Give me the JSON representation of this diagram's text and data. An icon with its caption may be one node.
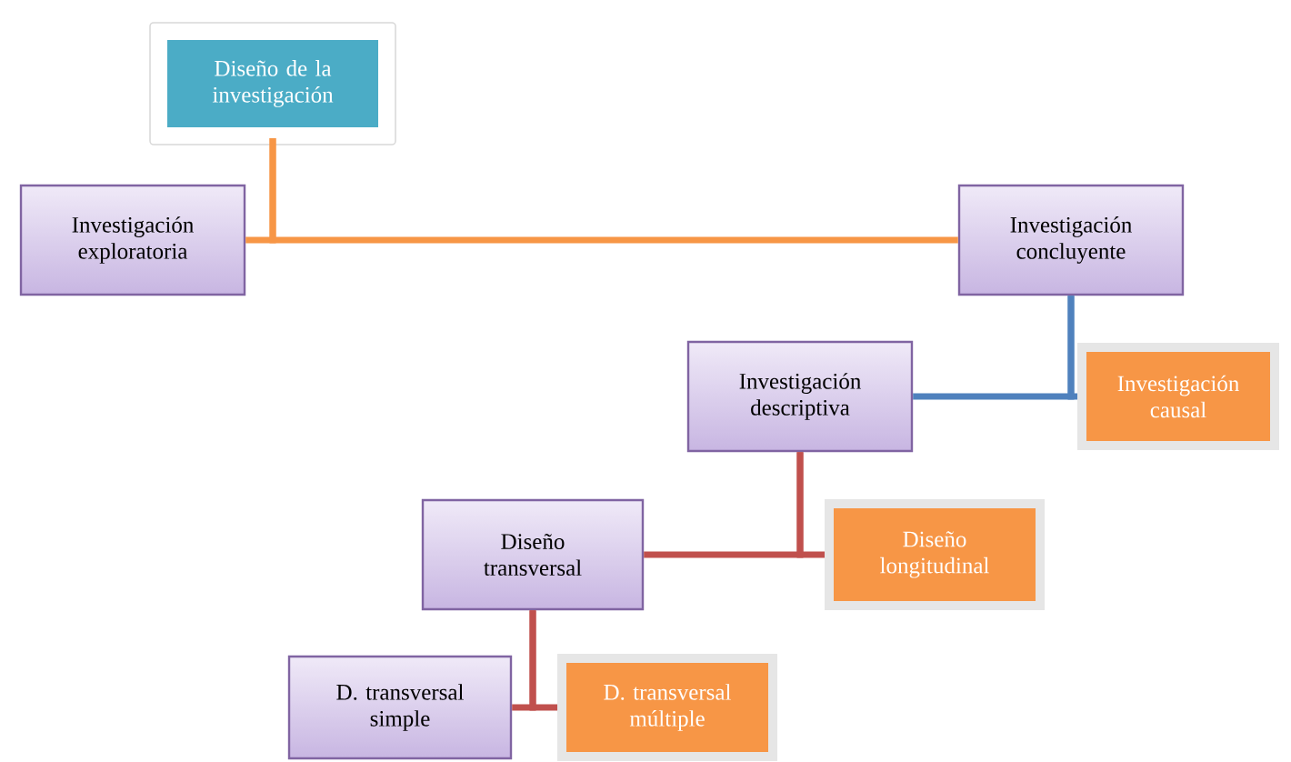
{
  "diagram": {
    "nodes": [
      {
        "text": [
          "Diseño de la investigación"
        ]
      },
      {
        "text": [
          "Investigación exploratoria"
        ]
      },
      {
        "text": [
          "Investigación concluyente"
        ]
      },
      {
        "text": [
          "Investigación descriptiva"
        ]
      },
      {
        "text": [
          "Investigación causal"
        ]
      },
      {
        "text": [
          "Diseño transversal"
        ]
      },
      {
        "text": [
          "Diseño longitudinal"
        ]
      },
      {
        "text": [
          "D. transversal simple"
        ]
      },
      {
        "text": [
          "D. transversal múltiple"
        ]
      }
    ],
    "edges": [
      {
        "from": 0,
        "to": 1,
        "arrow": "none",
        "color": "#f79646"
      },
      {
        "from": 0,
        "to": 2,
        "arrow": "none",
        "color": "#f79646"
      },
      {
        "from": 2,
        "to": 3,
        "arrow": "none",
        "color": "#4f81bd"
      },
      {
        "from": 2,
        "to": 4,
        "arrow": "none",
        "color": "#4f81bd"
      },
      {
        "from": 3,
        "to": 5,
        "arrow": "none",
        "color": "#c0504d"
      },
      {
        "from": 3,
        "to": 6,
        "arrow": "none",
        "color": "#c0504d"
      },
      {
        "from": 5,
        "to": 7,
        "arrow": "none",
        "color": "#c0504d"
      },
      {
        "from": 5,
        "to": 8,
        "arrow": "none",
        "color": "#c0504d"
      }
    ]
  }
}
